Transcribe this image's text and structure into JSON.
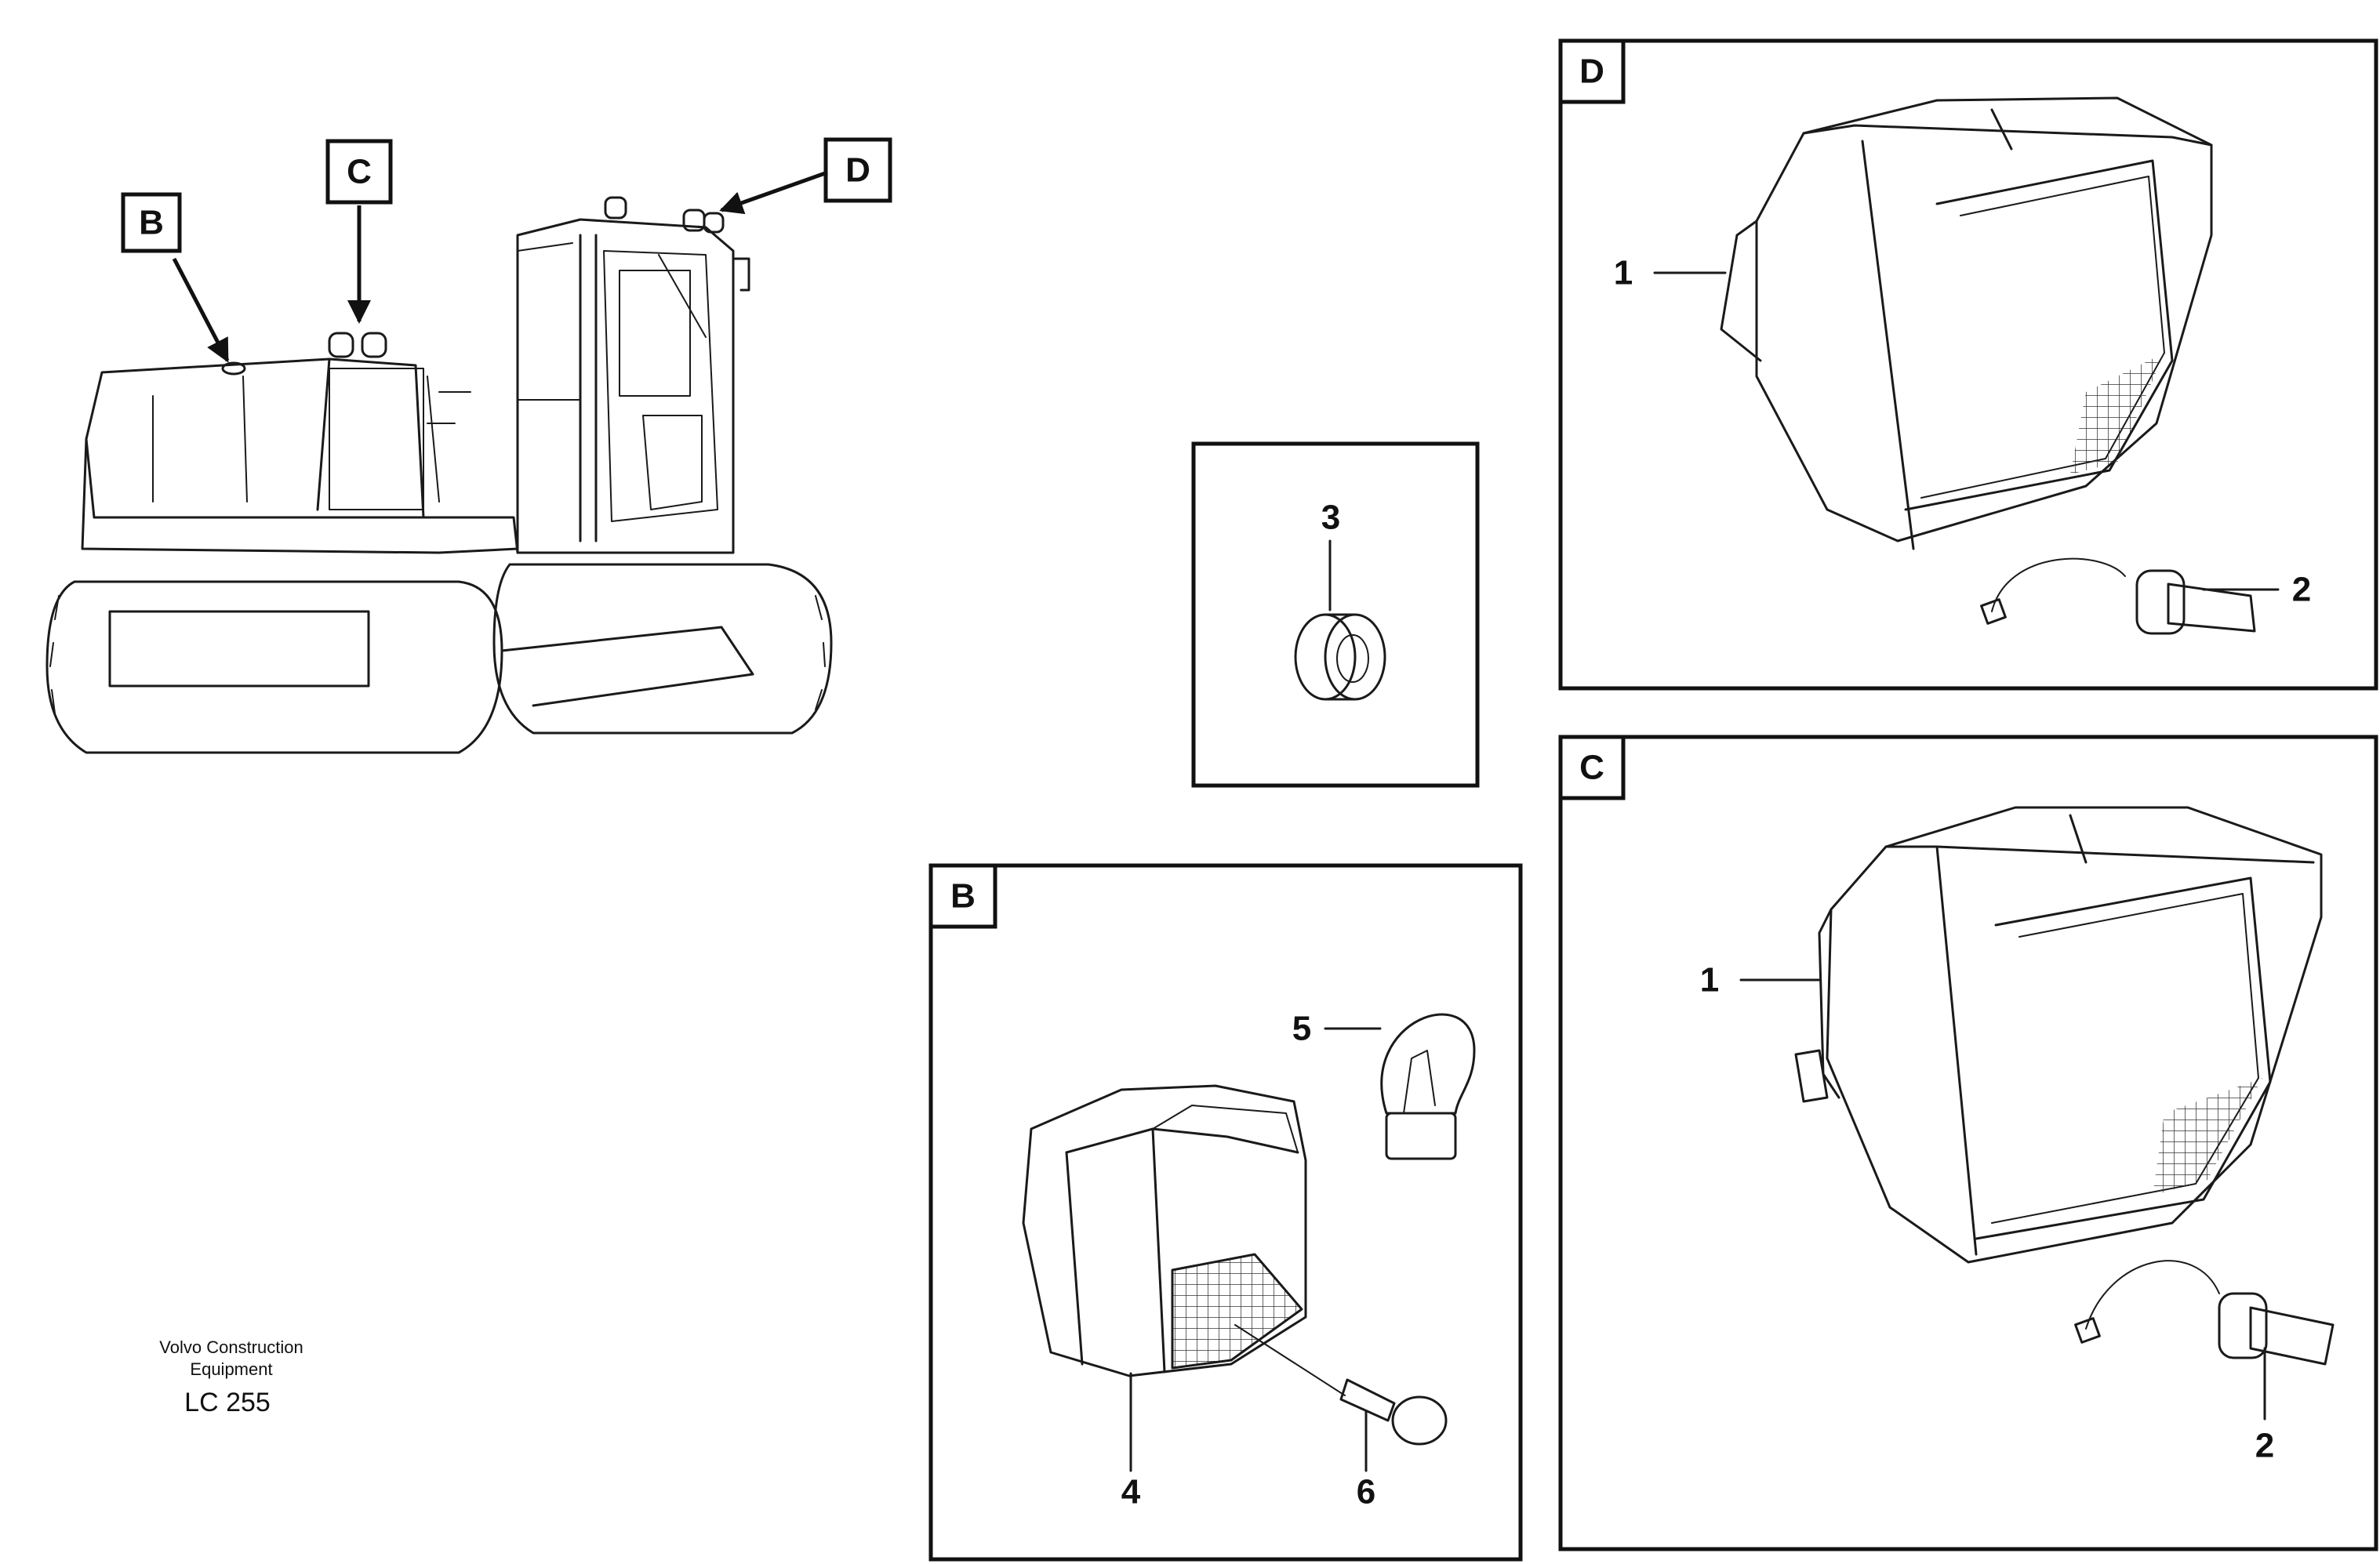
{
  "callouts": {
    "overview_b": "B",
    "overview_c": "C",
    "overview_d": "D",
    "panel_d": "D",
    "panel_c": "C",
    "panel_b": "B"
  },
  "part_numbers": {
    "d_lamp": "1",
    "d_bulb": "2",
    "grommet": "3",
    "c_lamp": "1",
    "c_bulb": "2",
    "b_lamp": "4",
    "b_bulb": "5",
    "b_screw": "6"
  },
  "footer": {
    "company_line1": "Volvo Construction",
    "company_line2": "Equipment",
    "drawing_code": "LC 255"
  }
}
